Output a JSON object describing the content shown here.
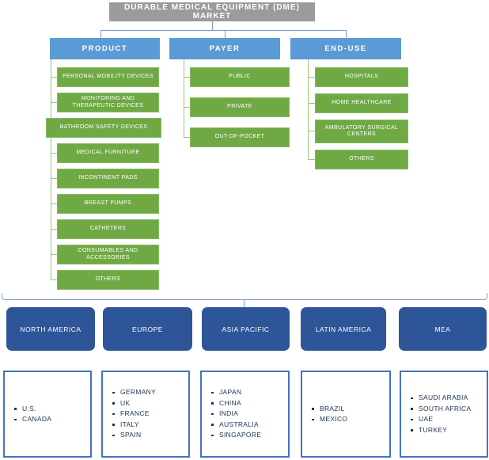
{
  "title": "DURABLE MEDICAL EQUIPMENT (DME) MARKET",
  "segments": [
    {
      "label": "PRODUCT",
      "items": [
        "PERSONAL MOBILITY DEVICES",
        "MONITORING AND THERAPEUTIC DEVICES",
        "BATHROOM SAFETY DEVICES",
        "MEDICAL FURNITURE",
        "INCONTINENT PADS",
        "BREAST PUMPS",
        "CATHETERS",
        "CONSUMABLES AND ACCESSORIES",
        "OTHERS"
      ]
    },
    {
      "label": "PAYER",
      "items": [
        "PUBLIC",
        "PRIVATE",
        "OUT-OF-POCKET"
      ]
    },
    {
      "label": "END-USE",
      "items": [
        "HOSPITALS",
        "HOME HEALTHCARE",
        "AMBULATORY SURGICAL CENTERS",
        "OTHERS"
      ]
    }
  ],
  "regions": [
    {
      "label": "NORTH AMERICA",
      "countries": [
        "U.S.",
        "CANADA"
      ]
    },
    {
      "label": "EUROPE",
      "countries": [
        "GERMANY",
        "UK",
        "FRANCE",
        "ITALY",
        "SPAIN"
      ]
    },
    {
      "label": "ASIA PACIFIC",
      "countries": [
        "JAPAN",
        "CHINA",
        "INDIA",
        "AUSTRALIA",
        "SINGAPORE"
      ]
    },
    {
      "label": "LATIN AMERICA",
      "countries": [
        "BRAZIL",
        "MEXICO"
      ]
    },
    {
      "label": "MEA",
      "countries": [
        "SAUDI ARABIA",
        "SOUTH AFRICA",
        "UAE",
        "TURKEY"
      ]
    }
  ],
  "colors": {
    "title_bg": "#9B9B9B",
    "category_bg": "#5B9BD5",
    "item_bg": "#6FA944",
    "region_bg": "#2E5597",
    "detail_border": "#4472C4",
    "line_blue": "#7E9CC9",
    "line_green": "#9CC47C",
    "text_light": "#FFFFFF",
    "detail_text": "#1F3550"
  }
}
